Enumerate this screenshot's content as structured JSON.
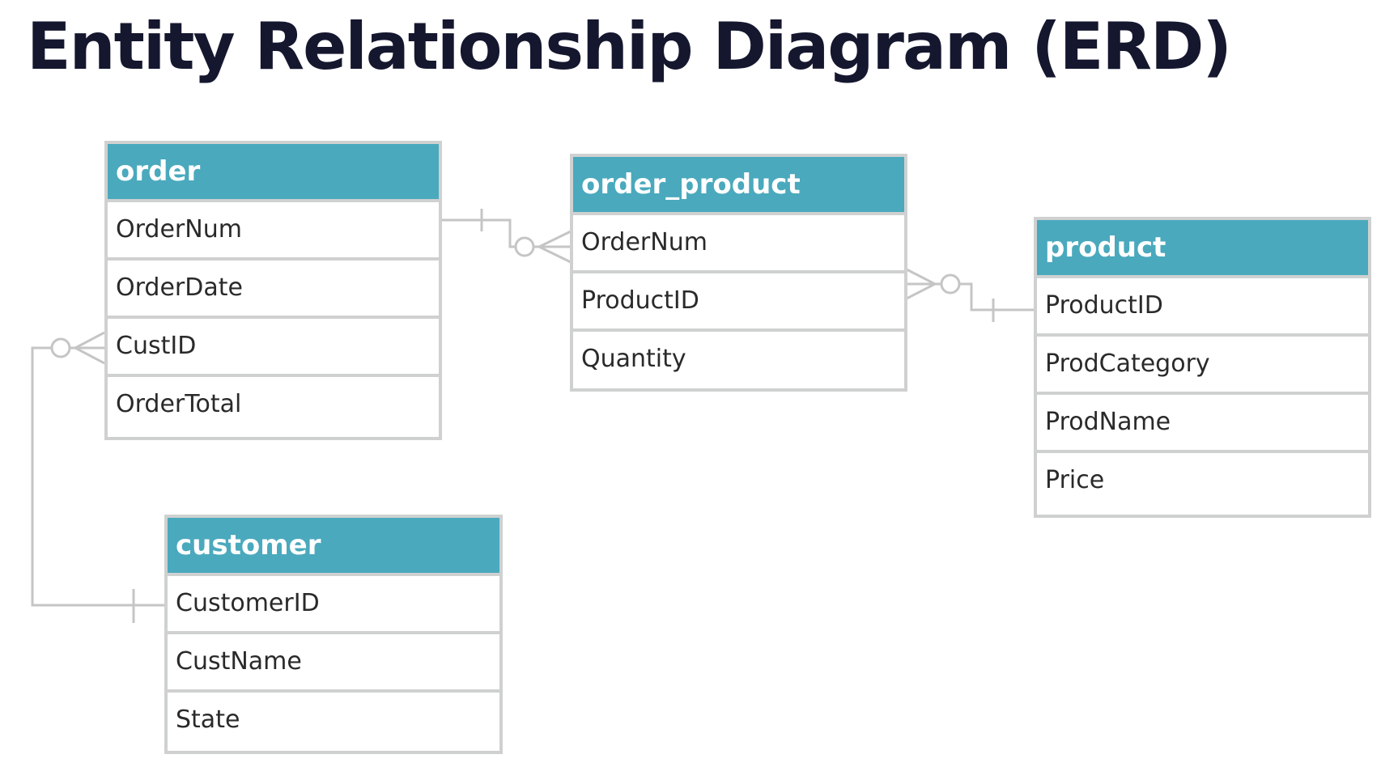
{
  "title": "Entity Relationship Diagram (ERD)",
  "colors": {
    "header": "#4aa9bd",
    "border": "#cfd1d1",
    "connector": "#c4c6c6",
    "title": "#15172f"
  },
  "entities": {
    "order": {
      "name": "order",
      "fields": [
        "OrderNum",
        "OrderDate",
        "CustID",
        "OrderTotal"
      ]
    },
    "order_product": {
      "name": "order_product",
      "fields": [
        "OrderNum",
        "ProductID",
        "Quantity"
      ]
    },
    "product": {
      "name": "product",
      "fields": [
        "ProductID",
        "ProdCategory",
        "ProdName",
        "Price"
      ]
    },
    "customer": {
      "name": "customer",
      "fields": [
        "CustomerID",
        "CustName",
        "State"
      ]
    }
  }
}
